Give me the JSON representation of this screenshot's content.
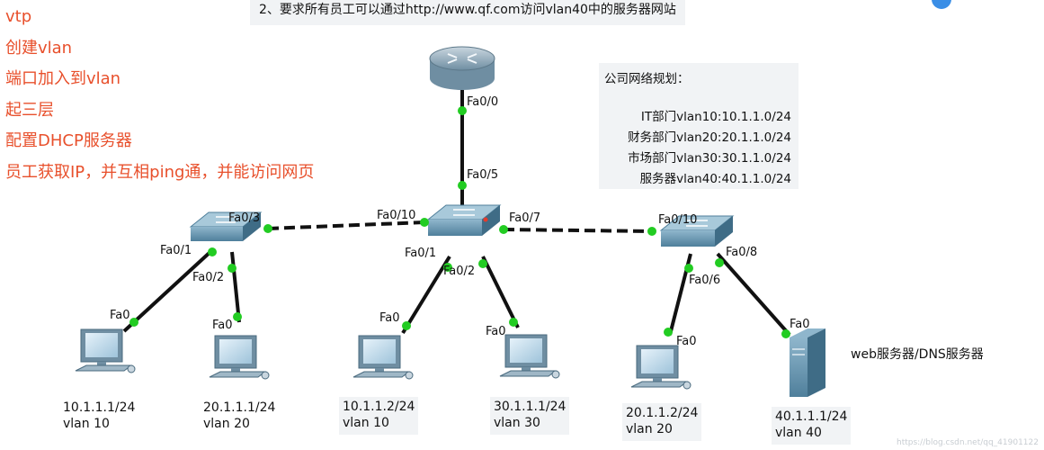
{
  "requirement": "2、要求所有员工可以通过http://www.qf.com访问vlan40中的服务器网站",
  "steps": [
    "vtp",
    "创建vlan",
    "端口加入到vlan",
    "起三层",
    "配置DHCP服务器",
    "员工获取IP，并互相ping通，并能访问网页"
  ],
  "plan": {
    "title": "公司网络规划：",
    "rows": [
      "IT部门vlan10:10.1.1.0/24",
      "财务部门vlan20:20.1.1.0/24",
      "市场部门vlan30:30.1.1.0/24",
      "服务器vlan40:40.1.1.0/24"
    ]
  },
  "ports": {
    "router_fa00": "Fa0/0",
    "core_fa05": "Fa0/5",
    "sw1_fa03": "Fa0/3",
    "core_fa010": "Fa0/10",
    "core_fa07": "Fa0/7",
    "sw3_fa010": "Fa0/10",
    "sw1_fa01": "Fa0/1",
    "sw1_fa02": "Fa0/2",
    "core_fa01": "Fa0/1",
    "core_fa02": "Fa0/2",
    "sw3_fa06": "Fa0/6",
    "sw3_fa08": "Fa0/8",
    "pc1_fa0": "Fa0",
    "pc2_fa0": "Fa0",
    "pc3_fa0": "Fa0",
    "pc4_fa0": "Fa0",
    "pc5_fa0": "Fa0",
    "server_fa0": "Fa0"
  },
  "hosts": [
    {
      "ip": "10.1.1.1/24",
      "vlan": "vlan 10"
    },
    {
      "ip": "20.1.1.1/24",
      "vlan": "vlan 20"
    },
    {
      "ip": "10.1.1.2/24",
      "vlan": "vlan 10"
    },
    {
      "ip": "30.1.1.1/24",
      "vlan": "vlan 30"
    },
    {
      "ip": "20.1.1.2/24",
      "vlan": "vlan 20"
    },
    {
      "ip": "40.1.1.1/24",
      "vlan": "vlan 40"
    }
  ],
  "server_label": "web服务器/DNS服务器",
  "watermark": "https://blog.csdn.net/qq_41901122",
  "colors": {
    "step_text": "#e8502c",
    "link_up": "#22cc22",
    "device": "#5a8fae",
    "panel_bg": "#f1f3f5"
  }
}
